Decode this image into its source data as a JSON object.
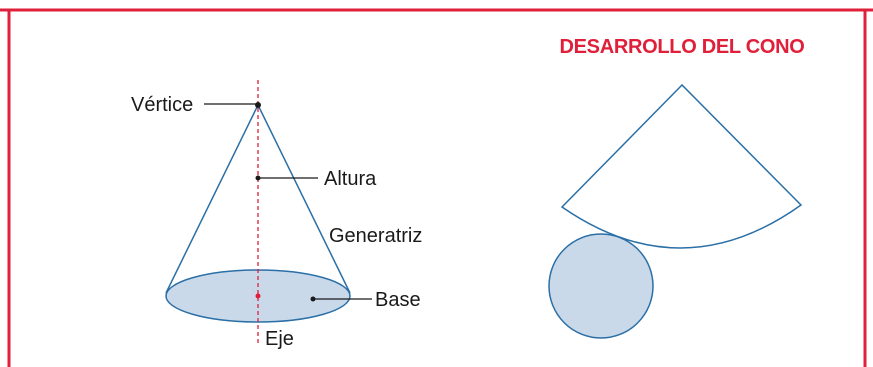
{
  "title": "DESARROLLO DEL CONO",
  "labels": {
    "vertex": "Vértice",
    "height": "Altura",
    "generatrix": "Generatriz",
    "base": "Base",
    "axis": "Eje"
  },
  "colors": {
    "frame": "#e0203a",
    "title": "#e0203a",
    "outline": "#2a6fa6",
    "fill": "#c9d9ea",
    "axis": "#e0203a",
    "leader": "#1a1a1a"
  }
}
